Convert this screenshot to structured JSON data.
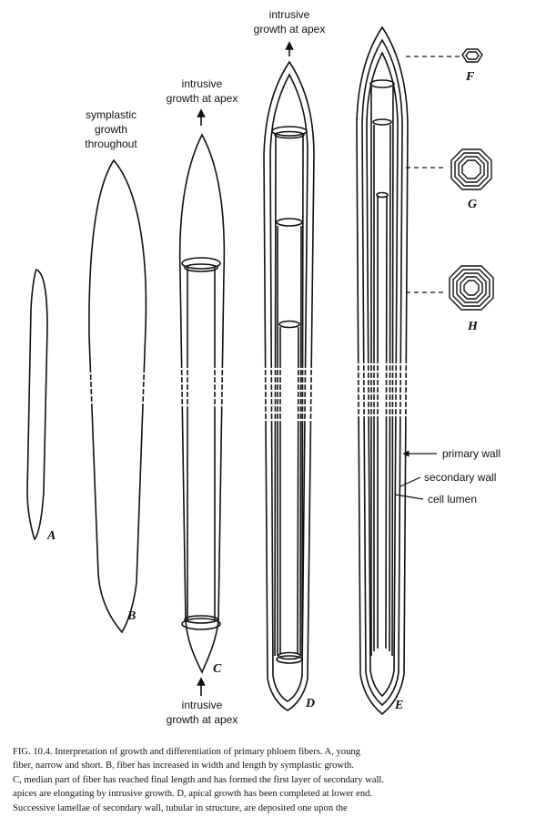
{
  "labels": {
    "B_top": [
      "symplastic",
      "growth",
      "throughout"
    ],
    "C_top": [
      "intrusive",
      "growth at apex"
    ],
    "C_bottom": [
      "intrusive",
      "growth at apex"
    ],
    "D_top": [
      "intrusive",
      "growth at apex"
    ],
    "primary_wall": "primary wall",
    "secondary_wall": "secondary wall",
    "cell_lumen": "cell lumen"
  },
  "letters": {
    "A": "A",
    "B": "B",
    "C": "C",
    "D": "D",
    "E": "E",
    "F": "F",
    "G": "G",
    "H": "H"
  },
  "caption": [
    "FIG. 10.4.  Interpretation of growth and differentiation of primary phloem fibers.  A, young",
    "fiber, narrow and short.  B, fiber has increased in width and length by symplastic growth.",
    "C, median part of fiber has reached final length and has formed the first layer of secondary wall.",
    "apices are elongating by intrusive growth.  D, apical growth has been completed at lower end.",
    "Successive lamellae of secondary wall, tubular in structure, are deposited one upon the"
  ]
}
